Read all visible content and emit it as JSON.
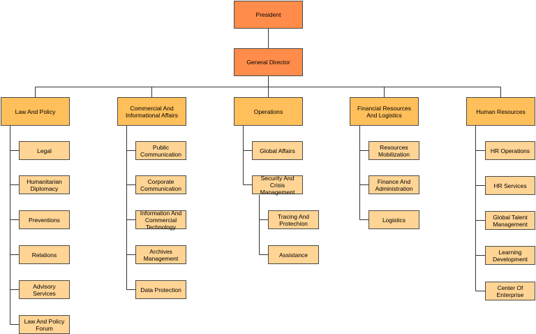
{
  "president": "President",
  "director": "General Director",
  "departments": [
    {
      "label": "Law And Policy",
      "children": [
        {
          "label": "Legal"
        },
        {
          "label": "Humanitarian Diplomacy"
        },
        {
          "label": "Preventions"
        },
        {
          "label": "Relations"
        },
        {
          "label": "Advisory Services"
        },
        {
          "label": "Law And Policy Forum"
        }
      ]
    },
    {
      "label": "Commercial And Informational Affairs",
      "children": [
        {
          "label": "Public Communication"
        },
        {
          "label": "Corporate Communication"
        },
        {
          "label": "Information And Commercial Technology"
        },
        {
          "label": "Archives Management"
        },
        {
          "label": "Data Protection"
        }
      ]
    },
    {
      "label": "Operations",
      "children": [
        {
          "label": "Global Affairs"
        },
        {
          "label": "Security And Crisis Management",
          "children": [
            {
              "label": "Tracing And Protechion"
            },
            {
              "label": "Assistance"
            }
          ]
        }
      ]
    },
    {
      "label": "Financial Resources And Logistics",
      "children": [
        {
          "label": "Resources Mobilization"
        },
        {
          "label": "Finance And Administration"
        },
        {
          "label": "Logistics"
        }
      ]
    },
    {
      "label": "Human Resources",
      "children": [
        {
          "label": "HR Operations"
        },
        {
          "label": "HR Services"
        },
        {
          "label": "Global Talent Management"
        },
        {
          "label": "Learning Development"
        },
        {
          "label": "Center Of Enterprise"
        }
      ]
    }
  ]
}
